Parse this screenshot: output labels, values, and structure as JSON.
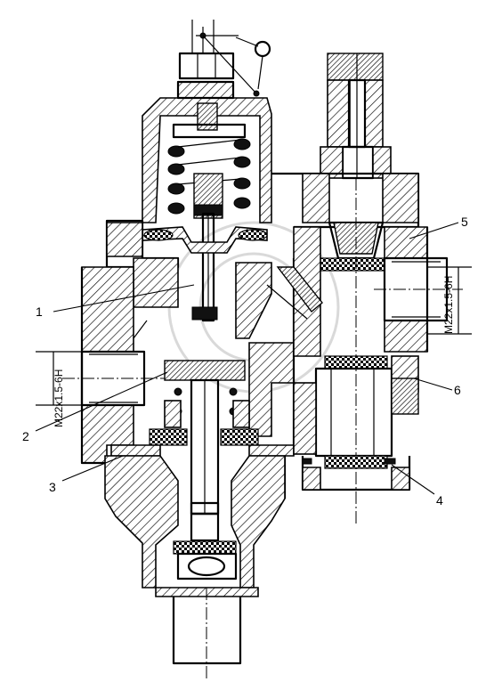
{
  "callouts": [
    {
      "id": "1",
      "label": "1"
    },
    {
      "id": "2",
      "label": "2"
    },
    {
      "id": "3",
      "label": "3"
    },
    {
      "id": "4",
      "label": "4"
    },
    {
      "id": "5",
      "label": "5"
    },
    {
      "id": "6",
      "label": "6"
    }
  ],
  "thread_labels": {
    "left_port": "M22x1.5-6H",
    "right_port": "M22x1.5-6H"
  },
  "icons": [
    "adjusting-screw-icon",
    "pressure-gauge-symbol-icon"
  ],
  "colors": {
    "line": "#000000",
    "background": "#ffffff"
  }
}
